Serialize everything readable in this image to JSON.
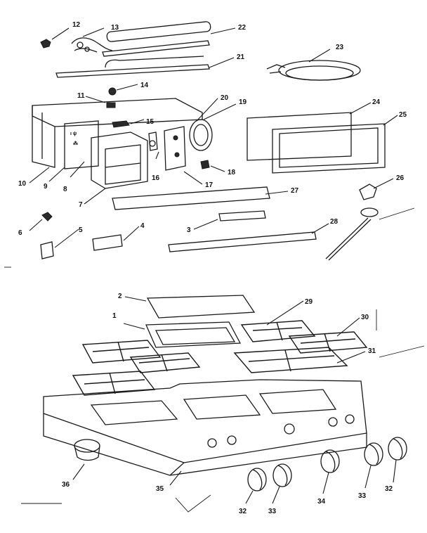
{
  "diagram": {
    "callouts": [
      "1",
      "2",
      "3",
      "4",
      "5",
      "6",
      "7",
      "8",
      "9",
      "10",
      "11",
      "12",
      "13",
      "14",
      "15",
      "16",
      "17",
      "18",
      "19",
      "20",
      "21",
      "22",
      "23",
      "24",
      "25",
      "26",
      "27",
      "28",
      "29",
      "30",
      "31",
      "32",
      "32",
      "33",
      "33",
      "34",
      "35",
      "36"
    ]
  }
}
